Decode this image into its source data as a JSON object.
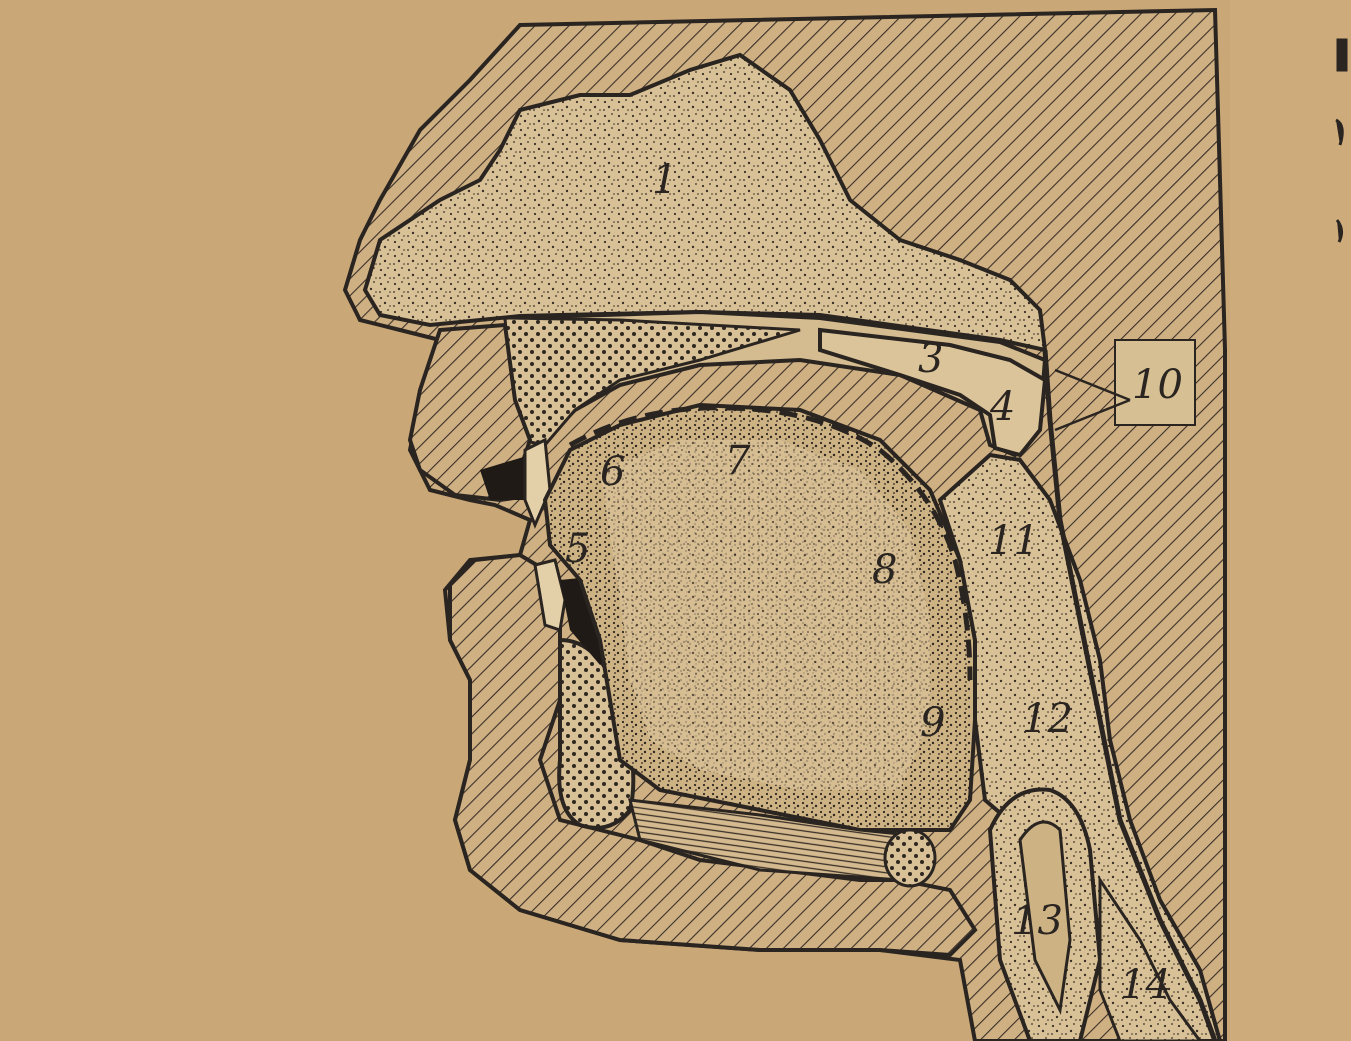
{
  "photo": {
    "paper_color": "#c9a777",
    "ink_color": "#2a2520",
    "tissue_color": "#d7bf94"
  },
  "labels": {
    "l1": "1",
    "l3": "3",
    "l4": "4",
    "l5": "5",
    "l6": "6",
    "l7": "7",
    "l8": "8",
    "l9": "9",
    "l10": "10",
    "l11": "11",
    "l12": "12",
    "l13": "13",
    "l14": "14"
  }
}
